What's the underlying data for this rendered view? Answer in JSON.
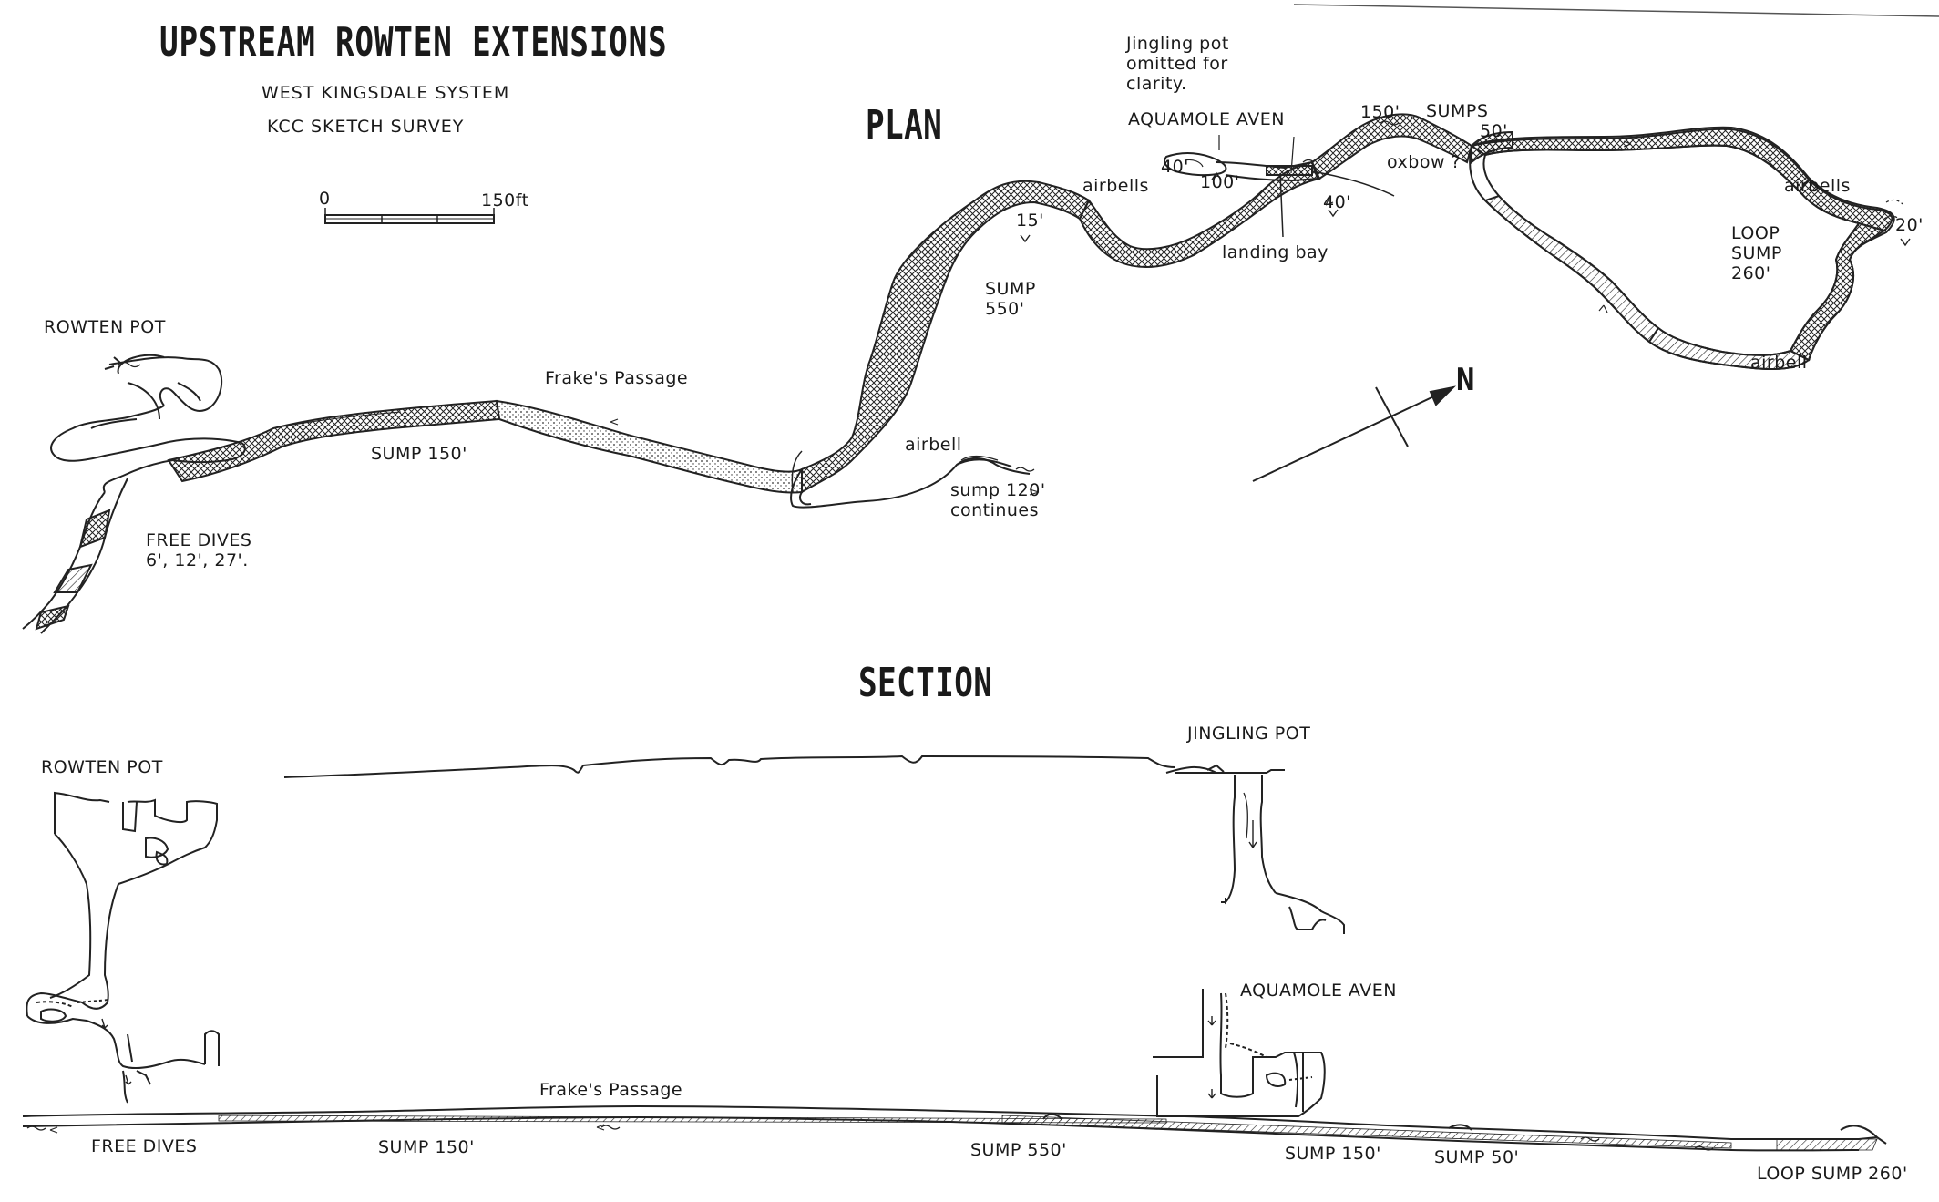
{
  "title": "UPSTREAM ROWTEN EXTENSIONS",
  "subtitle1": "WEST KINGSDALE SYSTEM",
  "subtitle2": "KCC SKETCH SURVEY",
  "scale": {
    "start": "0",
    "end": "150ft"
  },
  "plan": {
    "heading": "PLAN",
    "north": "N",
    "labels": {
      "rowten_pot": "ROWTEN POT",
      "free_dives": "FREE DIVES\n6', 12', 27'.",
      "sump_150": "SUMP 150'",
      "frakes_passage": "Frake's Passage",
      "airbell_left": "airbell",
      "sump120": "sump 120'\ncontinues",
      "sump_550": "SUMP\n550'",
      "depth_15": "15'",
      "airbells_mid": "airbells",
      "jingling_note": "Jingling pot\nomitted for\nclarity.",
      "aquamole_aven": "AQUAMOLE AVEN",
      "depth_40a": "40'",
      "depth_100": "100'",
      "depth_40b": "40'",
      "landing_bay": "landing bay",
      "oxbow": "oxbow ?",
      "depth_150": "150'",
      "sumps": "SUMPS",
      "depth_50": "50'",
      "airbells_right": "airbells",
      "loop_sump": "LOOP\nSUMP\n260'",
      "depth_20": "20'",
      "airbell_right": "airbell"
    }
  },
  "section": {
    "heading": "SECTION",
    "labels": {
      "rowten_pot": "ROWTEN POT",
      "jingling_pot": "JINGLING POT",
      "aquamole_aven": "AQUAMOLE AVEN",
      "frakes_passage": "Frake's Passage",
      "free_dives": "FREE DIVES",
      "sump_150": "SUMP 150'",
      "sump_550": "SUMP 550'",
      "sump_150b": "SUMP 150'",
      "sump_50": "SUMP 50'",
      "loop_sump": "LOOP SUMP 260'"
    }
  }
}
